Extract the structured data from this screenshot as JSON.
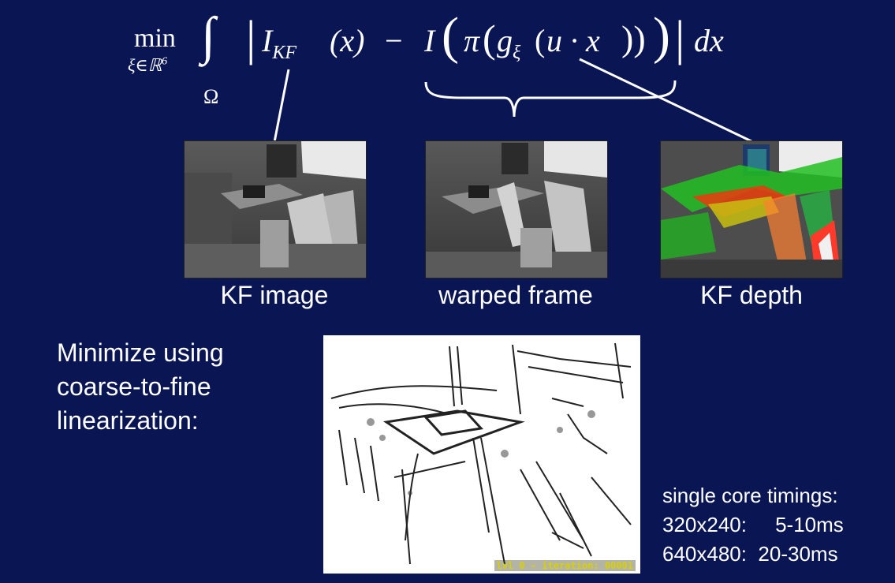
{
  "formula": {
    "min_text": "min",
    "min_subscript": "ξ∈ℝ",
    "min_subscript_power": "6",
    "integral_domain": "Ω",
    "term_I": "I",
    "term_KF_subscript": "KF",
    "term_x": "(x)",
    "minus": "−",
    "second_I": "I",
    "pi_symbol": "π",
    "g_symbol": "g",
    "g_subscript": "ξ",
    "u_dot_x": "u · x",
    "dx": "dx"
  },
  "thumbnails": [
    {
      "caption": "KF image"
    },
    {
      "caption": "warped frame"
    },
    {
      "caption": "KF depth"
    }
  ],
  "left_text": {
    "line1": "Minimize using",
    "line2": "coarse-to-fine",
    "line3": "linearization:"
  },
  "linearization_view": {
    "status_text": "lvl 0  -  iteration:  00001"
  },
  "timings": {
    "title": "single core timings:",
    "row1": "320x240:     5-10ms",
    "row2": "640x480:  20-30ms"
  },
  "colors": {
    "background": "#0a1654",
    "text": "#ffffff",
    "status_text": "#d8d000"
  }
}
